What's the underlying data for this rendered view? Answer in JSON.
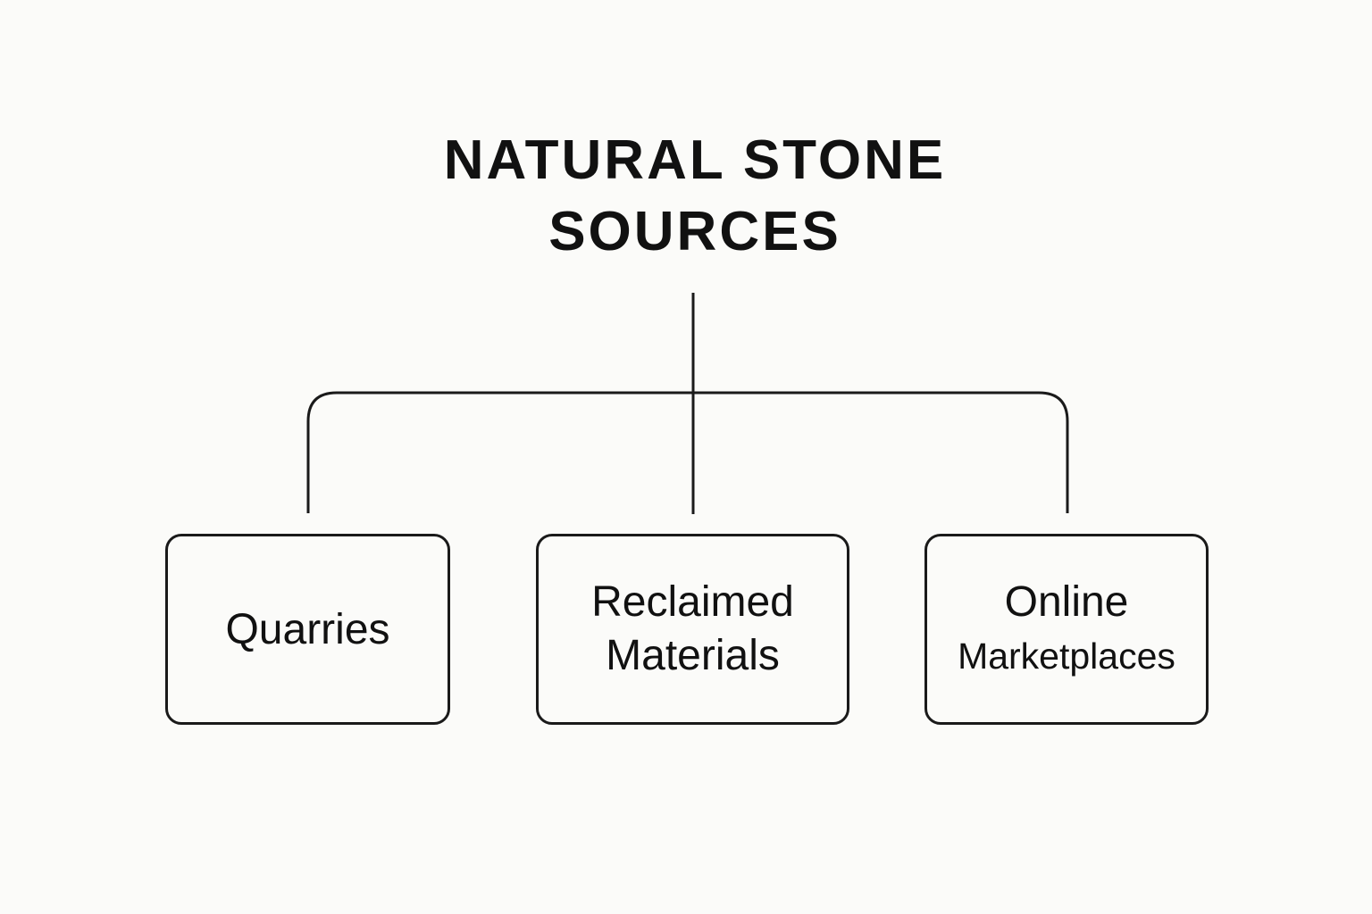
{
  "title": {
    "line1": "NATURAL STONE",
    "line2": "SOURCES"
  },
  "nodes": [
    {
      "lines": [
        "Quarries"
      ]
    },
    {
      "lines": [
        "Reclaimed",
        "Materials"
      ]
    },
    {
      "lines": [
        "Online",
        "Marketplaces"
      ]
    }
  ],
  "colors": {
    "background": "#fbfbf9",
    "stroke": "#1a1a1a",
    "text": "#111111"
  }
}
